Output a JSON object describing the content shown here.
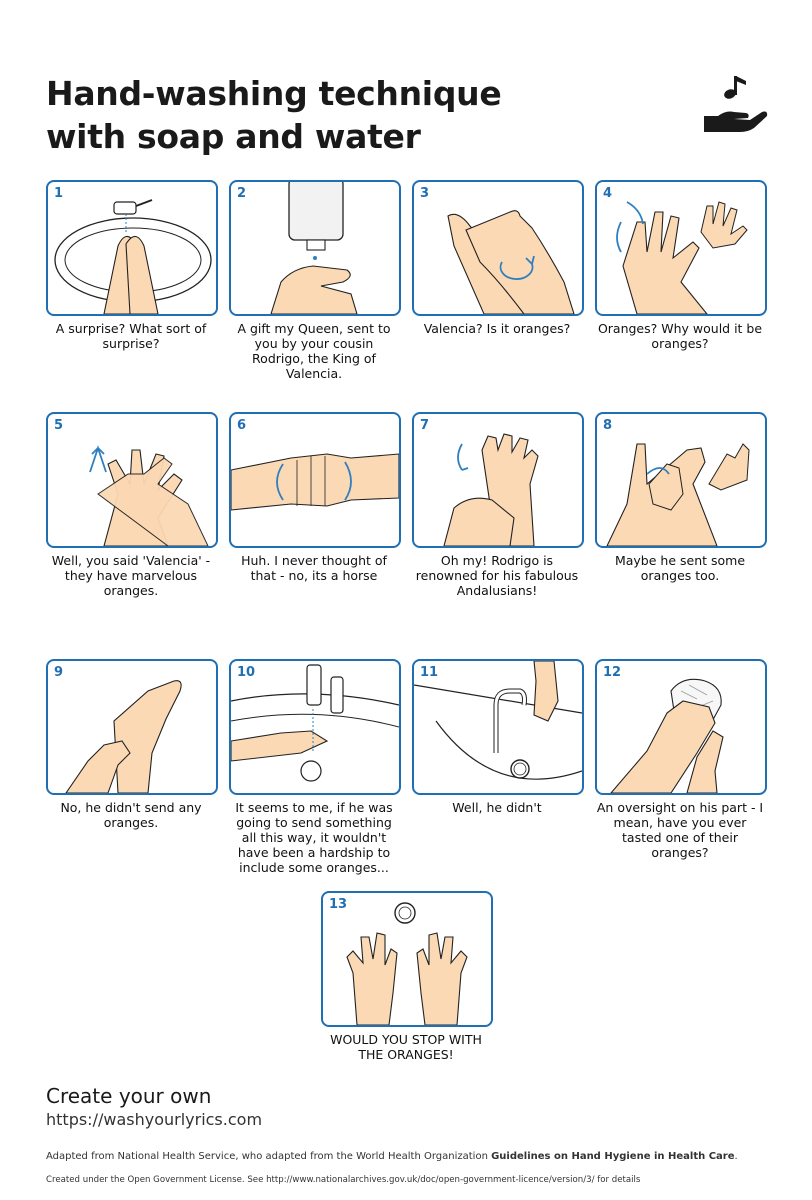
{
  "header": {
    "title_line1": "Hand-washing technique",
    "title_line2": "with soap and water",
    "logo_icon": "hand-with-music-note-icon"
  },
  "colors": {
    "frame": "#1f6fb2",
    "skin": "#fbd9b4",
    "arrow": "#2f7fc1",
    "text": "#1a1a1a"
  },
  "steps": [
    {
      "number": "1",
      "caption": "A surprise? What sort of surprise?",
      "icon": "wet-hands-under-tap-icon"
    },
    {
      "number": "2",
      "caption": "A gift my Queen, sent to you by your cousin Rodrigo, the King of Valencia.",
      "icon": "soap-dispenser-icon"
    },
    {
      "number": "3",
      "caption": "Valencia? Is it oranges?",
      "icon": "rub-palms-icon"
    },
    {
      "number": "4",
      "caption": "Oranges? Why would it be oranges?",
      "icon": "back-of-hands-icon"
    },
    {
      "number": "5",
      "caption": "Well, you said 'Valencia' - they have marvelous oranges.",
      "icon": "interlaced-fingers-icon"
    },
    {
      "number": "6",
      "caption": "Huh. I never thought of that - no, its a horse",
      "icon": "fingers-interlocked-icon"
    },
    {
      "number": "7",
      "caption": "Oh my! Rodrigo is renowned for his fabulous Andalusians!",
      "icon": "rotational-thumb-rub-icon"
    },
    {
      "number": "8",
      "caption": "Maybe he sent some oranges too.",
      "icon": "fingertips-rub-icon"
    },
    {
      "number": "9",
      "caption": "No, he didn't send any oranges.",
      "icon": "wrist-rub-icon"
    },
    {
      "number": "10",
      "caption": "It seems to me, if he was going to send something all this way, it wouldn't have been a hardship to include some oranges...",
      "icon": "rinse-hands-icon"
    },
    {
      "number": "11",
      "caption": "Well, he didn't",
      "icon": "turn-off-tap-icon"
    },
    {
      "number": "12",
      "caption": "An oversight on his part - I mean, have you ever tasted one of their oranges?",
      "icon": "dry-with-towel-icon"
    },
    {
      "number": "13",
      "caption": "WOULD YOU STOP WITH THE ORANGES!",
      "icon": "clean-hands-icon"
    }
  ],
  "footer": {
    "create_title": "Create your own",
    "create_url": "https://washyourlyrics.com",
    "credit_text": "Adapted from National Health Service, who adapted from the World Health Organization ",
    "credit_bold": "Guidelines on Hand Hygiene in Health Care",
    "credit_end": ".",
    "license": "Created under the Open Government License. See http://www.nationalarchives.gov.uk/doc/open-government-licence/version/3/ for details"
  }
}
